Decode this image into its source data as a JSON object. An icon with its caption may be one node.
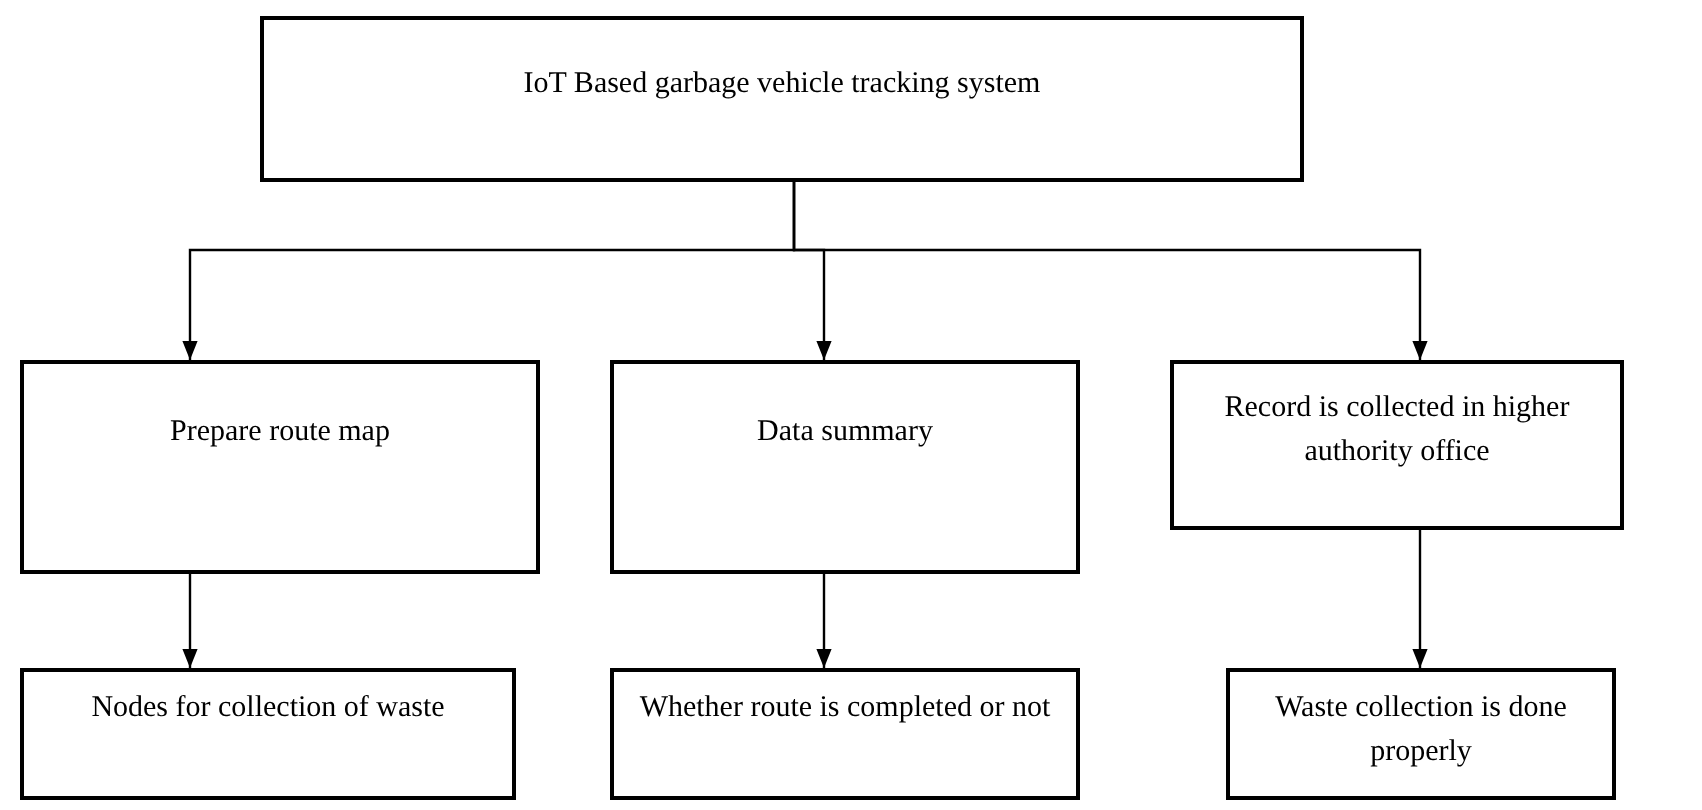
{
  "diagram": {
    "nodes": [
      {
        "text": [
          "IoT Based garbage vehicle tracking system"
        ]
      },
      {
        "text": [
          "Prepare route map"
        ]
      },
      {
        "text": [
          "Data summary"
        ]
      },
      {
        "text": [
          "Record is collected in higher authority office"
        ]
      },
      {
        "text": [
          "Nodes for collection of waste"
        ]
      },
      {
        "text": [
          "Whether route is completed or not"
        ]
      },
      {
        "text": [
          "Waste collection is done properly"
        ]
      }
    ],
    "edges": [
      {
        "from": 0,
        "to": 1,
        "arrow": "to"
      },
      {
        "from": 0,
        "to": 2,
        "arrow": "to"
      },
      {
        "from": 0,
        "to": 3,
        "arrow": "to"
      },
      {
        "from": 1,
        "to": 4,
        "arrow": "to"
      },
      {
        "from": 2,
        "to": 5,
        "arrow": "to"
      },
      {
        "from": 3,
        "to": 6,
        "arrow": "to"
      }
    ]
  }
}
